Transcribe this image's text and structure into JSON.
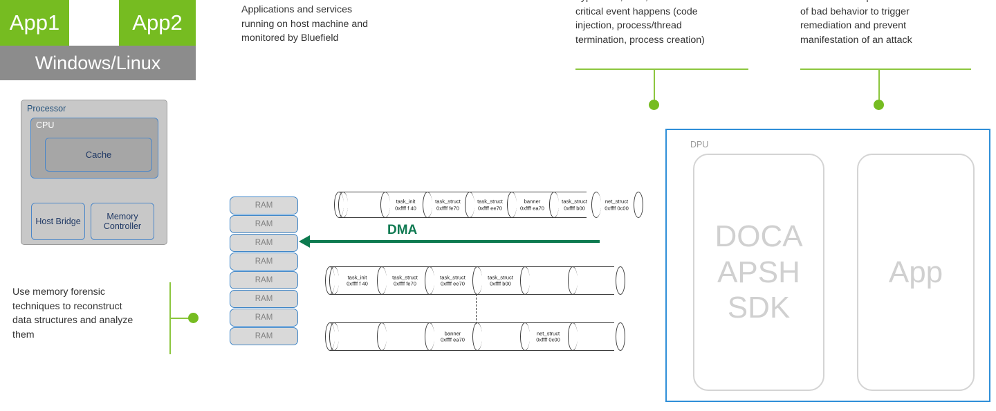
{
  "host": {
    "app1_label": "App1",
    "app2_label": "App2",
    "os_label": "Windows/Linux",
    "processor_label": "Processor",
    "cpu_label": "CPU",
    "cache_label": "Cache",
    "host_bridge_label": "Host\nBridge",
    "memory_controller_label": "Memory\nController"
  },
  "callouts": [
    {
      "id": "applications",
      "text": "Applications and services\nrunning on host machine and\nmonitored by Bluefield"
    },
    {
      "id": "hypervisor",
      "text": "hypervisor, VMs, when a\ncritical event happens (code\ninjection, process/thread\ntermination, process creation)"
    },
    {
      "id": "administrator",
      "text": "Administrator upon detection\nof bad behavior to trigger\nremediation and prevent\nmanifestation of an attack"
    },
    {
      "id": "forensic",
      "text": "Use memory forensic\ntechniques to reconstruct\ndata structures and analyze\nthem"
    }
  ],
  "memory": {
    "ram_label": "RAM",
    "ram_count": 8,
    "dma_label": "DMA"
  },
  "chains": [
    {
      "id": "chain-top",
      "segments": [
        {
          "name": "",
          "address": ""
        },
        {
          "name": "task_init",
          "address": "0xffff f 40"
        },
        {
          "name": "task_struct",
          "address": "0xffff fe70"
        },
        {
          "name": "task_struct",
          "address": "0xffff ee70"
        },
        {
          "name": "banner",
          "address": "0xffff ea70"
        },
        {
          "name": "task_struct",
          "address": "0xffff b00"
        },
        {
          "name": "net_struct",
          "address": "0xffff 0c00"
        }
      ]
    },
    {
      "id": "chain-middle",
      "segments": [
        {
          "name": "task_init",
          "address": "0xffff f 40"
        },
        {
          "name": "task_struct",
          "address": "0xffff fe70"
        },
        {
          "name": "task_struct",
          "address": "0xffff ee70"
        },
        {
          "name": "task_struct",
          "address": "0xffff b00"
        },
        {
          "name": "",
          "address": ""
        },
        {
          "name": "",
          "address": ""
        }
      ]
    },
    {
      "id": "chain-bottom",
      "segments": [
        {
          "name": "",
          "address": ""
        },
        {
          "name": "",
          "address": ""
        },
        {
          "name": "banner",
          "address": "0xffff ea70"
        },
        {
          "name": "",
          "address": ""
        },
        {
          "name": "net_struct",
          "address": "0xffff 0c00"
        },
        {
          "name": "",
          "address": ""
        }
      ]
    }
  ],
  "dpu": {
    "label": "DPU",
    "sdk_label": "DOCA\nAPSH\nSDK",
    "app_label": "App"
  },
  "colors": {
    "app_green": "#76bc21",
    "os_gray": "#8c8c8c",
    "connector_green": "#8cc63e",
    "dma_green": "#0d7a4f",
    "dpu_blue": "#2f8fd8",
    "ram_border": "#3f86c8"
  }
}
